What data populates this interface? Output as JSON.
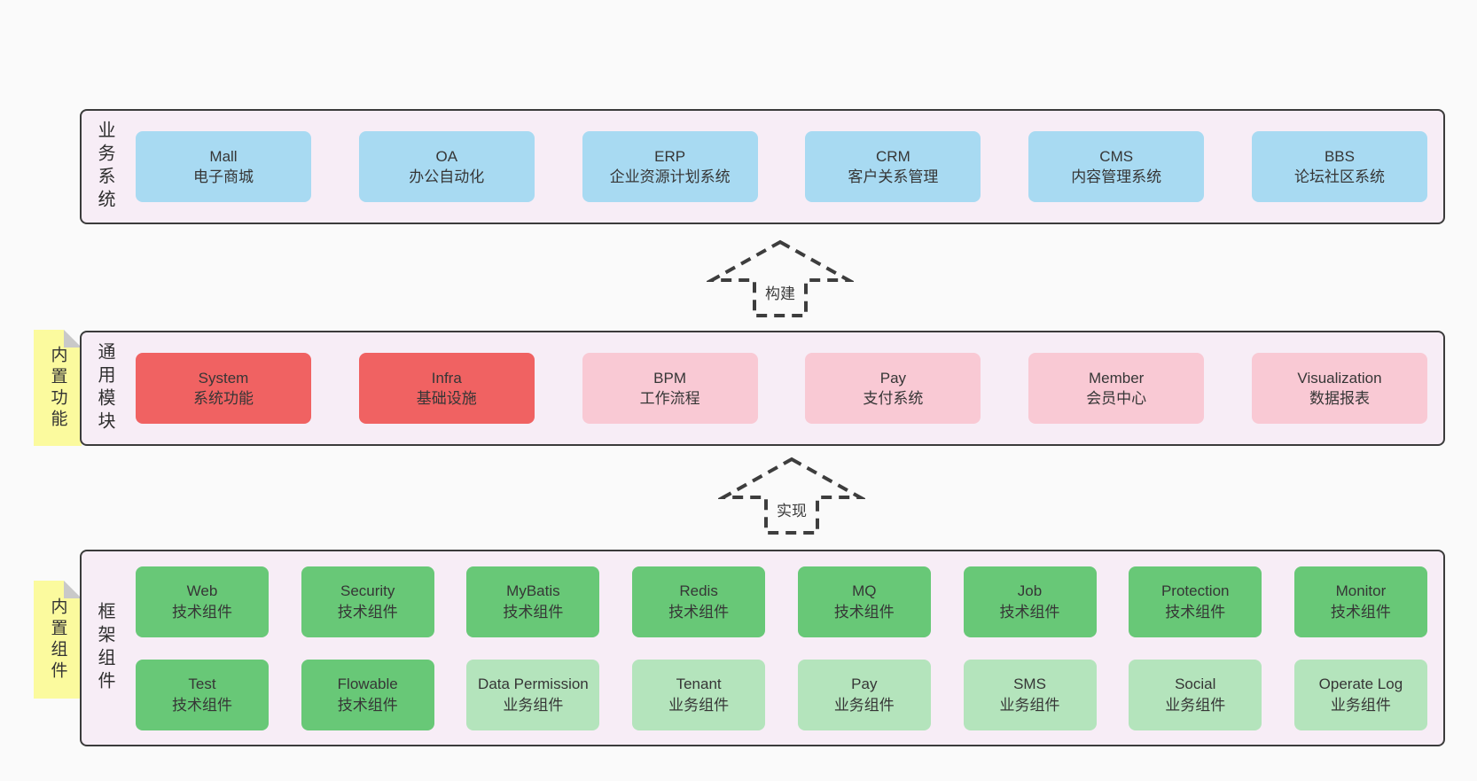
{
  "colors": {
    "page_bg": "#fafafa",
    "panel_bg": "#f7edf6",
    "panel_border": "#3b3b3b",
    "box_blue": "#a8daf2",
    "box_red": "#f06262",
    "box_pink": "#f9c9d4",
    "box_green": "#68c877",
    "box_light_green": "#b4e4bc",
    "sticky_yellow": "#fbfa9e",
    "sticky_fold_gray": "#c9c9c9",
    "text": "#363636"
  },
  "arrows": [
    {
      "label": "构建"
    },
    {
      "label": "实现"
    }
  ],
  "panels": [
    {
      "id": "business-systems",
      "label": "业务系统",
      "sticky": null,
      "rows": [
        [
          {
            "en": "Mall",
            "zh": "电子商城",
            "variant": "blue"
          },
          {
            "en": "OA",
            "zh": "办公自动化",
            "variant": "blue"
          },
          {
            "en": "ERP",
            "zh": "企业资源计划系统",
            "variant": "blue"
          },
          {
            "en": "CRM",
            "zh": "客户关系管理",
            "variant": "blue"
          },
          {
            "en": "CMS",
            "zh": "内容管理系统",
            "variant": "blue"
          },
          {
            "en": "BBS",
            "zh": "论坛社区系统",
            "variant": "blue"
          }
        ]
      ]
    },
    {
      "id": "common-modules",
      "label": "通用模块",
      "sticky": "内置功能",
      "rows": [
        [
          {
            "en": "System",
            "zh": "系统功能",
            "variant": "red"
          },
          {
            "en": "Infra",
            "zh": "基础设施",
            "variant": "red"
          },
          {
            "en": "BPM",
            "zh": "工作流程",
            "variant": "pink"
          },
          {
            "en": "Pay",
            "zh": "支付系统",
            "variant": "pink"
          },
          {
            "en": "Member",
            "zh": "会员中心",
            "variant": "pink"
          },
          {
            "en": "Visualization",
            "zh": "数据报表",
            "variant": "pink"
          }
        ]
      ]
    },
    {
      "id": "framework-components",
      "label": "框架组件",
      "sticky": "内置组件",
      "rows": [
        [
          {
            "en": "Web",
            "zh": "技术组件",
            "variant": "green"
          },
          {
            "en": "Security",
            "zh": "技术组件",
            "variant": "green"
          },
          {
            "en": "MyBatis",
            "zh": "技术组件",
            "variant": "green"
          },
          {
            "en": "Redis",
            "zh": "技术组件",
            "variant": "green"
          },
          {
            "en": "MQ",
            "zh": "技术组件",
            "variant": "green"
          },
          {
            "en": "Job",
            "zh": "技术组件",
            "variant": "green"
          },
          {
            "en": "Protection",
            "zh": "技术组件",
            "variant": "green"
          },
          {
            "en": "Monitor",
            "zh": "技术组件",
            "variant": "green"
          }
        ],
        [
          {
            "en": "Test",
            "zh": "技术组件",
            "variant": "green"
          },
          {
            "en": "Flowable",
            "zh": "技术组件",
            "variant": "green"
          },
          {
            "en": "Data Permission",
            "zh": "业务组件",
            "variant": "lightgreen"
          },
          {
            "en": "Tenant",
            "zh": "业务组件",
            "variant": "lightgreen"
          },
          {
            "en": "Pay",
            "zh": "业务组件",
            "variant": "lightgreen"
          },
          {
            "en": "SMS",
            "zh": "业务组件",
            "variant": "lightgreen"
          },
          {
            "en": "Social",
            "zh": "业务组件",
            "variant": "lightgreen"
          },
          {
            "en": "Operate Log",
            "zh": "业务组件",
            "variant": "lightgreen"
          }
        ]
      ]
    }
  ]
}
